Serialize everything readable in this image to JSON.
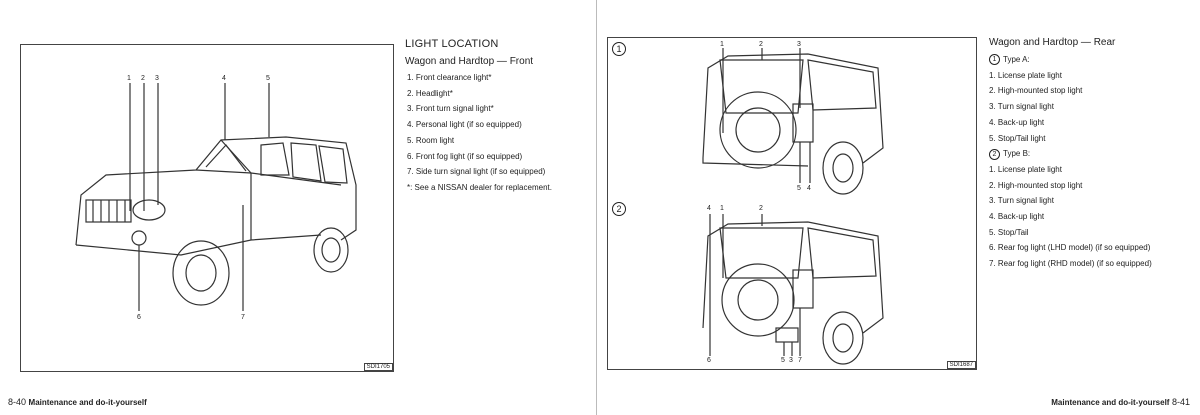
{
  "left": {
    "figure": {
      "code": "SDI1705",
      "callouts": [
        "1",
        "2",
        "3",
        "4",
        "5",
        "6",
        "7"
      ]
    },
    "title": "LIGHT LOCATION",
    "subtitle": "Wagon and Hardtop — Front",
    "items": [
      "1. Front clearance light*",
      "2. Headlight*",
      "3. Front turn signal light*",
      "4. Personal light (if so equipped)",
      "5. Room light",
      "6. Front fog light (if so equipped)",
      "7. Side turn signal light (if so equipped)",
      "*: See a NISSAN dealer for replacement."
    ],
    "footer": {
      "page": "8-40",
      "section": "Maintenance and do-it-yourself"
    }
  },
  "right": {
    "figure": {
      "code": "SDI1687",
      "badge1": "1",
      "badge2": "2",
      "top_callouts_1": [
        "1",
        "2",
        "3"
      ],
      "bottom_callouts_1": [
        "5",
        "4"
      ],
      "top_callouts_2": [
        "4",
        "1",
        "2"
      ],
      "bottom_callouts_2": [
        "6",
        "5",
        "3",
        "7"
      ]
    },
    "subtitle": "Wagon and Hardtop — Rear",
    "typeA_num": "1",
    "typeA_label": "Type A:",
    "typeA_items": [
      "1. License plate light",
      "2. High-mounted stop light",
      "3. Turn signal light",
      "4. Back-up light",
      "5. Stop/Tail light"
    ],
    "typeB_num": "2",
    "typeB_label": "Type B:",
    "typeB_items": [
      "1. License plate light",
      "2. High-mounted stop light",
      "3. Turn signal light",
      "4. Back-up light",
      "5. Stop/Tail",
      "6. Rear fog light (LHD model) (if so equipped)",
      "7. Rear fog light (RHD model) (if so equipped)"
    ],
    "footer": {
      "section": "Maintenance and do-it-yourself",
      "page": "8-41"
    }
  }
}
